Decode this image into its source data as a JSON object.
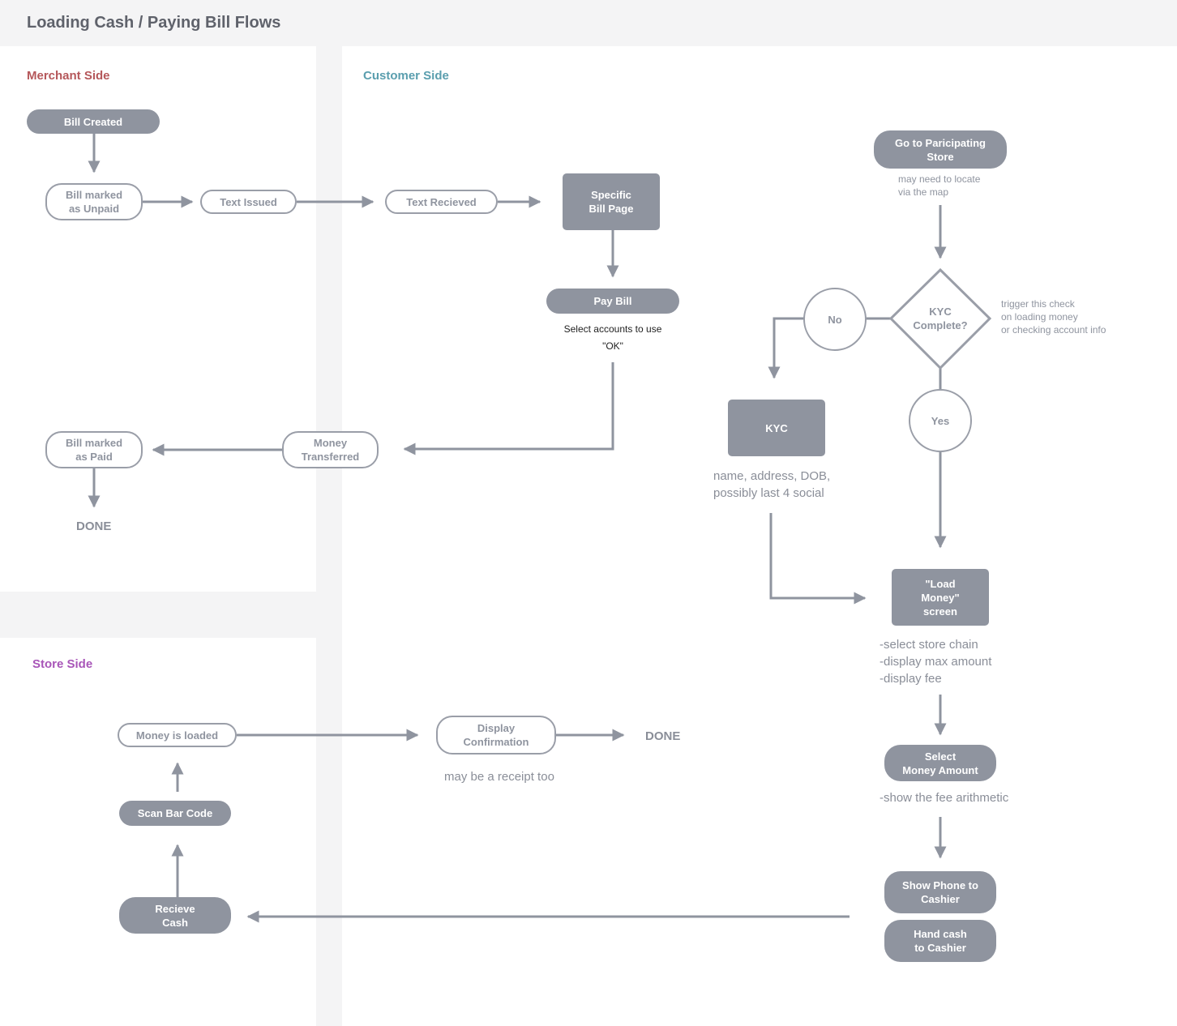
{
  "title": "Loading Cash / Paying Bill Flows",
  "colors": {
    "merchant": "#b5575a",
    "customer": "#5a9eae",
    "store": "#a855b8",
    "node_fill": "#8f949f"
  },
  "sections": {
    "merchant": "Merchant Side",
    "customer": "Customer Side",
    "store": "Store Side"
  },
  "merchant": {
    "bill_created": "Bill Created",
    "bill_unpaid": "Bill marked\nas Unpaid",
    "text_issued": "Text Issued",
    "bill_paid": "Bill marked\nas Paid",
    "done": "DONE"
  },
  "customer": {
    "text_received": "Text Recieved",
    "specific_bill_page": "Specific\nBill Page",
    "pay_bill": "Pay Bill",
    "pay_bill_note": "Select accounts to use\n\"OK\"",
    "money_transferred": "Money\nTransferred",
    "go_to_store": "Go to Paricipating\nStore",
    "go_to_store_note": "may need to locate\nvia the map",
    "kyc_decision": "KYC\nComplete?",
    "kyc_decision_note": "trigger this check\non loading money\nor checking account info",
    "no_label": "No",
    "yes_label": "Yes",
    "kyc": "KYC",
    "kyc_note": "name, address, DOB,\npossibly last 4 social",
    "load_money": "\"Load\nMoney\"\nscreen",
    "load_money_note": "-select store chain\n-display max amount\n-display fee",
    "select_amount": "Select\nMoney Amount",
    "select_amount_note": "-show the fee arithmetic",
    "show_phone": "Show Phone to\nCashier",
    "hand_cash": "Hand cash\nto Cashier"
  },
  "store": {
    "receive_cash": "Recieve\nCash",
    "scan_bar_code": "Scan Bar Code",
    "money_loaded": "Money is loaded",
    "display_confirmation": "Display\nConfirmation",
    "confirmation_note": "may be a receipt too",
    "done": "DONE"
  }
}
